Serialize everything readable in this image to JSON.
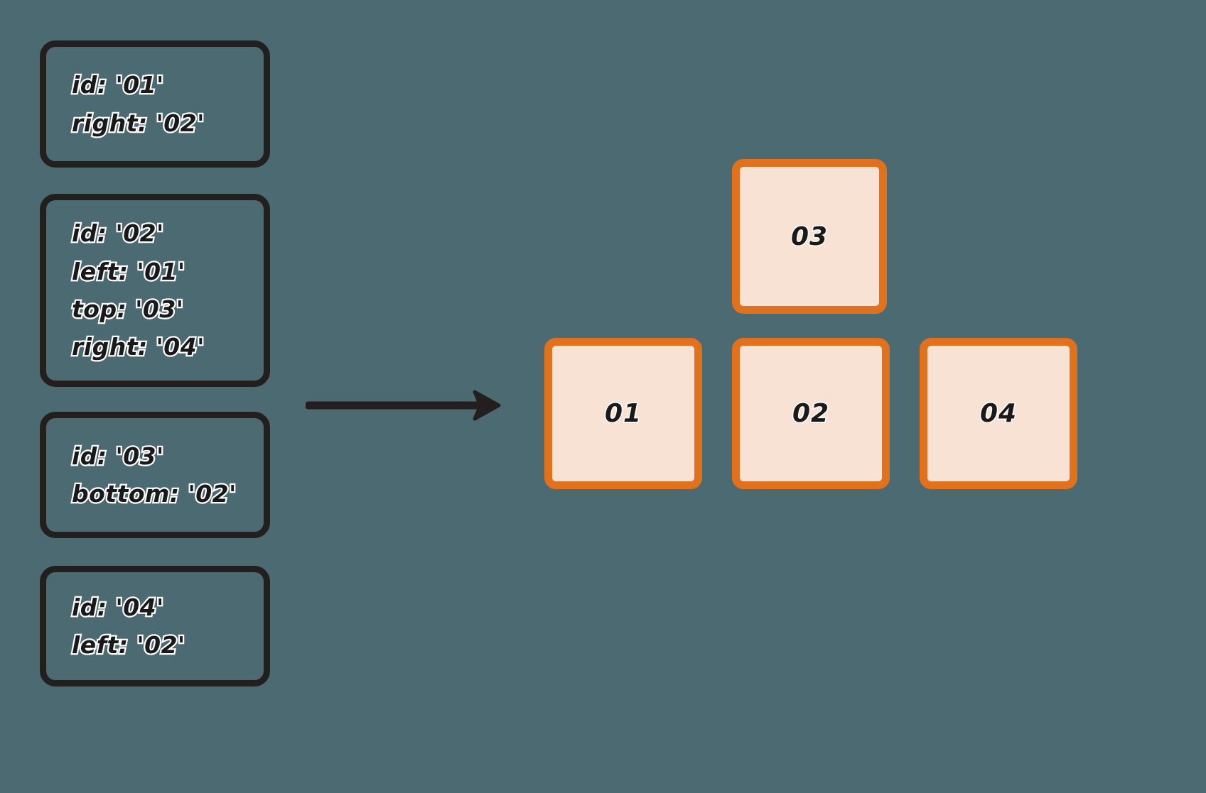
{
  "background_color": "#4b6a72",
  "diagram": {
    "title": "",
    "spec_cards": [
      {
        "id": "01",
        "name": "spec-card-01",
        "lines": [
          "id: '01'",
          "right: '02'"
        ]
      },
      {
        "id": "02",
        "name": "spec-card-02",
        "lines": [
          "id: '02'",
          "left: '01'",
          "top: '03'",
          "right: '04'"
        ]
      },
      {
        "id": "03",
        "name": "spec-card-03",
        "lines": [
          "id: '03'",
          "bottom: '02'"
        ]
      },
      {
        "id": "04",
        "name": "spec-card-04",
        "lines": [
          "id: '04'",
          "left: '02'"
        ]
      }
    ],
    "arrow": {
      "name": "right-arrow-icon",
      "direction": "right",
      "color": "#231f1e"
    },
    "tiles": [
      {
        "id": "03",
        "label": "03",
        "row": "top",
        "column": "center"
      },
      {
        "id": "01",
        "label": "01",
        "row": "bottom",
        "column": "left"
      },
      {
        "id": "02",
        "label": "02",
        "row": "bottom",
        "column": "center"
      },
      {
        "id": "04",
        "label": "04",
        "row": "bottom",
        "column": "right"
      }
    ],
    "colors": {
      "card_border": "#231f1e",
      "card_text": "#191919",
      "card_text_outline": "#ffffff",
      "tile_border": "#e2711d",
      "tile_fill": "#f8e2d3",
      "tile_text": "#1a1a1a"
    }
  }
}
